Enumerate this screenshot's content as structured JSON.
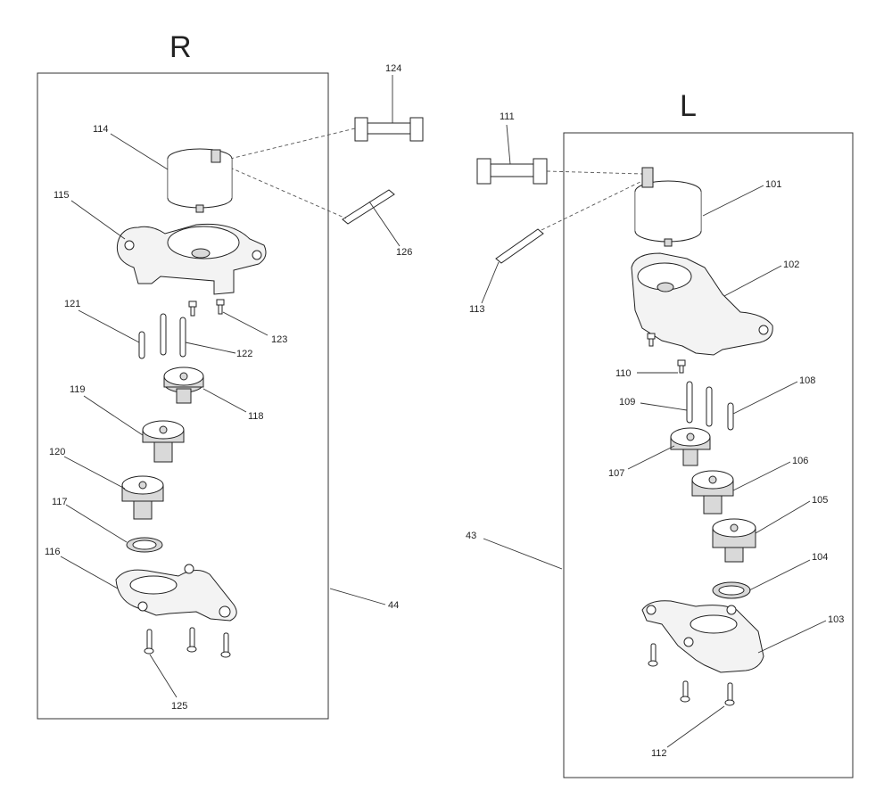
{
  "groups": {
    "right": {
      "title": "R",
      "assembly_no": "44"
    },
    "left": {
      "title": "L",
      "assembly_no": "43"
    }
  },
  "callouts": [
    {
      "id": "c114",
      "text": "114"
    },
    {
      "id": "c115",
      "text": "115"
    },
    {
      "id": "c121",
      "text": "121"
    },
    {
      "id": "c122",
      "text": "122"
    },
    {
      "id": "c123",
      "text": "123"
    },
    {
      "id": "c119",
      "text": "119"
    },
    {
      "id": "c118",
      "text": "118"
    },
    {
      "id": "c120",
      "text": "120"
    },
    {
      "id": "c117",
      "text": "117"
    },
    {
      "id": "c116",
      "text": "116"
    },
    {
      "id": "c125",
      "text": "125"
    },
    {
      "id": "c124",
      "text": "124"
    },
    {
      "id": "c126",
      "text": "126"
    },
    {
      "id": "c111",
      "text": "111"
    },
    {
      "id": "c113",
      "text": "113"
    },
    {
      "id": "c101",
      "text": "101"
    },
    {
      "id": "c102",
      "text": "102"
    },
    {
      "id": "c110",
      "text": "110"
    },
    {
      "id": "c109",
      "text": "109"
    },
    {
      "id": "c108",
      "text": "108"
    },
    {
      "id": "c107",
      "text": "107"
    },
    {
      "id": "c106",
      "text": "106"
    },
    {
      "id": "c105",
      "text": "105"
    },
    {
      "id": "c104",
      "text": "104"
    },
    {
      "id": "c103",
      "text": "103"
    },
    {
      "id": "c112",
      "text": "112"
    }
  ]
}
